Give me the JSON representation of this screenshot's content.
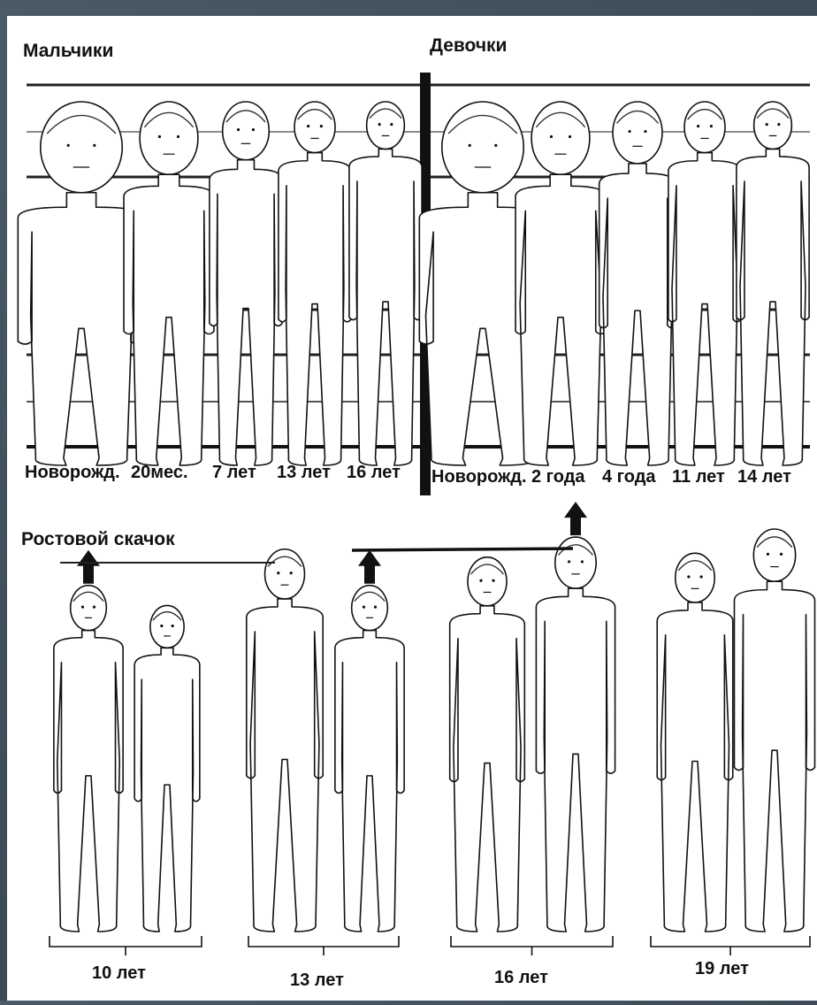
{
  "top": {
    "boys_header": "Мальчики",
    "girls_header": "Девочки",
    "boys": [
      {
        "label": "Новорожд.",
        "head_ratio": 0.25
      },
      {
        "label": "20мес.",
        "head_ratio": 0.2
      },
      {
        "label": "7 лет",
        "head_ratio": 0.16
      },
      {
        "label": "13 лет",
        "head_ratio": 0.14
      },
      {
        "label": "16 лет",
        "head_ratio": 0.13
      }
    ],
    "girls": [
      {
        "label": "Новорожд.",
        "head_ratio": 0.25
      },
      {
        "label": "2 года",
        "head_ratio": 0.2
      },
      {
        "label": "4 года",
        "head_ratio": 0.17
      },
      {
        "label": "11 лет",
        "head_ratio": 0.14
      },
      {
        "label": "14 лет",
        "head_ratio": 0.13
      }
    ]
  },
  "bottom": {
    "title": "Ростовой скачок",
    "groups": [
      {
        "age": "10 лет",
        "figures": [
          {
            "sex": "girl",
            "height": 0.86,
            "arrow": true
          },
          {
            "sex": "boy",
            "height": 0.81,
            "arrow": false
          }
        ]
      },
      {
        "age": "13 лет",
        "figures": [
          {
            "sex": "girl",
            "height": 0.95,
            "arrow": false
          },
          {
            "sex": "boy",
            "height": 0.86,
            "arrow": true
          }
        ]
      },
      {
        "age": "16 лет",
        "figures": [
          {
            "sex": "girl",
            "height": 0.93,
            "arrow": false
          },
          {
            "sex": "boy",
            "height": 0.98,
            "arrow": true
          }
        ]
      },
      {
        "age": "19 лет",
        "figures": [
          {
            "sex": "girl",
            "height": 0.94,
            "arrow": false
          },
          {
            "sex": "boy",
            "height": 1.0,
            "arrow": false
          }
        ]
      }
    ]
  }
}
